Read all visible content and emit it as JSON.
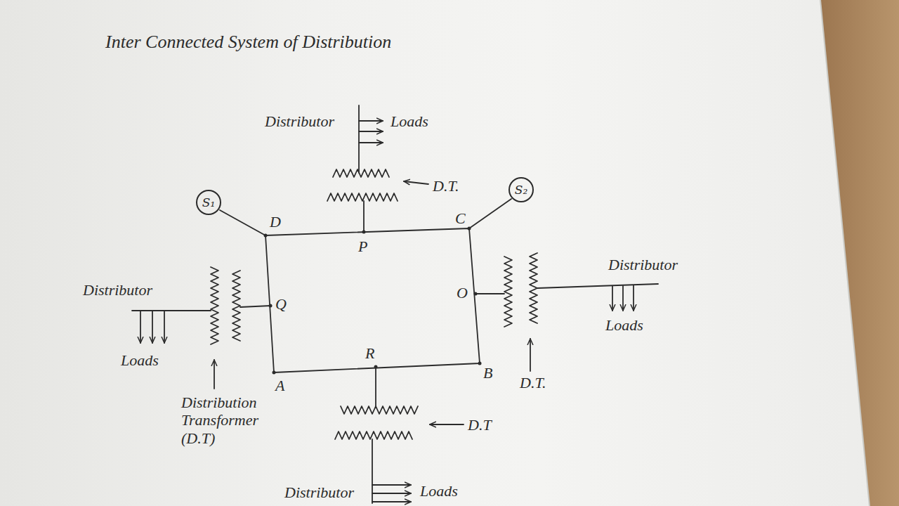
{
  "diagram": {
    "title": "Inter Connected System of Distribution",
    "nodes": [
      {
        "text": [
          "S₁"
        ]
      },
      {
        "text": [
          "S₂"
        ]
      }
    ],
    "labels": [
      "Distributor",
      "Loads",
      "D.T.",
      "D",
      "C",
      "P",
      "Distributor",
      "Q",
      "O",
      "Distributor",
      "Loads",
      "Loads",
      "R",
      "B",
      "A",
      "D.T.",
      "Distribution Transformer (D.T)",
      "D.T",
      "Distributor",
      "Loads"
    ]
  }
}
